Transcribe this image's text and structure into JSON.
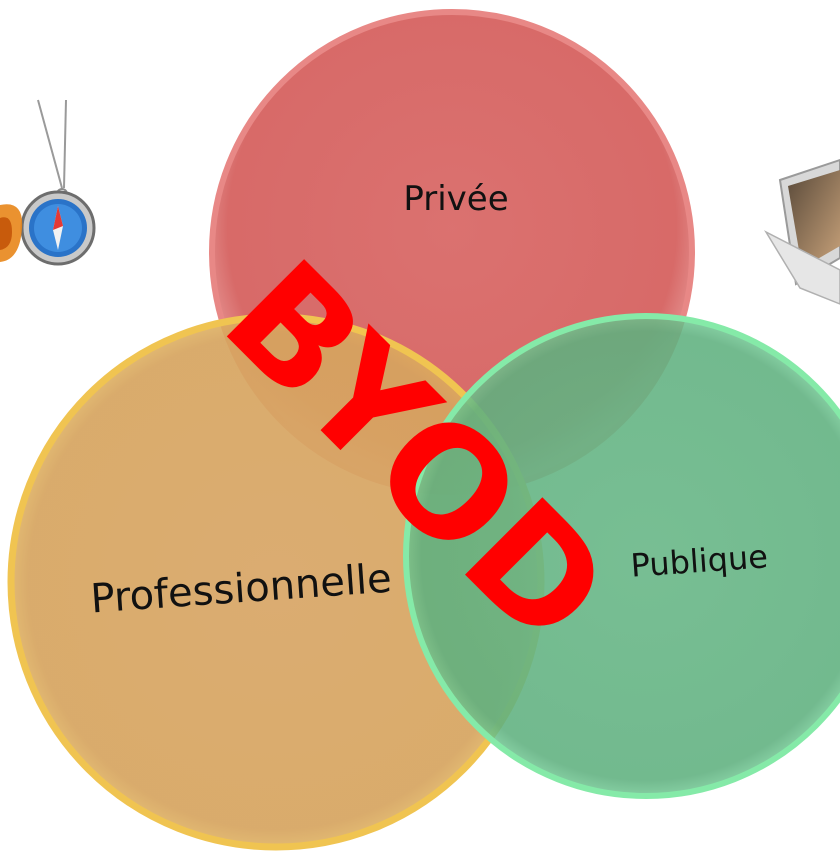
{
  "diagram": {
    "type": "venn",
    "sets": [
      {
        "id": "privee",
        "label": "Privée",
        "color": "#d9534f"
      },
      {
        "id": "professionnelle",
        "label": "Professionnelle",
        "color": "#d99a3f"
      },
      {
        "id": "publique",
        "label": "Publique",
        "color": "#3fa86b"
      }
    ],
    "overlay": {
      "label": "BYOD",
      "color": "#ff0000"
    }
  },
  "icons": {
    "left_clipart": "compass-pendant-icon",
    "right_clipart": "laptop-icon"
  }
}
